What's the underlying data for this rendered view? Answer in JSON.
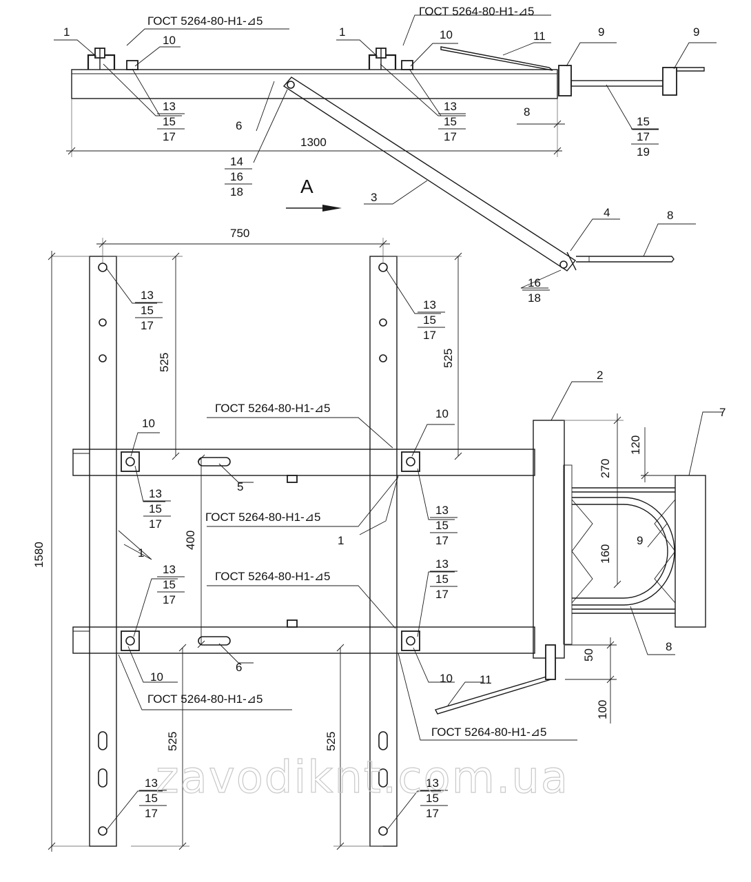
{
  "weld_note": "ГОСТ 5264-80-Н1-⊿5",
  "view_label": "А",
  "watermark": "zavodiknt.com.ua",
  "dimensions": {
    "top_length": "1300",
    "width": "750",
    "height": "1580",
    "upper_offset": "525",
    "lower_offset": "525",
    "spacing": "400",
    "d270": "270",
    "d120": "120",
    "d160": "160",
    "d50": "50",
    "d100": "100"
  },
  "parts": {
    "p1": "1",
    "p2": "2",
    "p3": "3",
    "p4": "4",
    "p5": "5",
    "p6": "6",
    "p7": "7",
    "p8": "8",
    "p9": "9",
    "p10": "10",
    "p11": "11"
  },
  "stacks": {
    "bolt_13_15_17": [
      "13",
      "15",
      "17"
    ],
    "bolt_14_16_18": [
      "14",
      "16",
      "18"
    ],
    "bolt_15_17_19": [
      "15",
      "17",
      "19"
    ],
    "bolt_16_18": [
      "16",
      "18"
    ]
  }
}
